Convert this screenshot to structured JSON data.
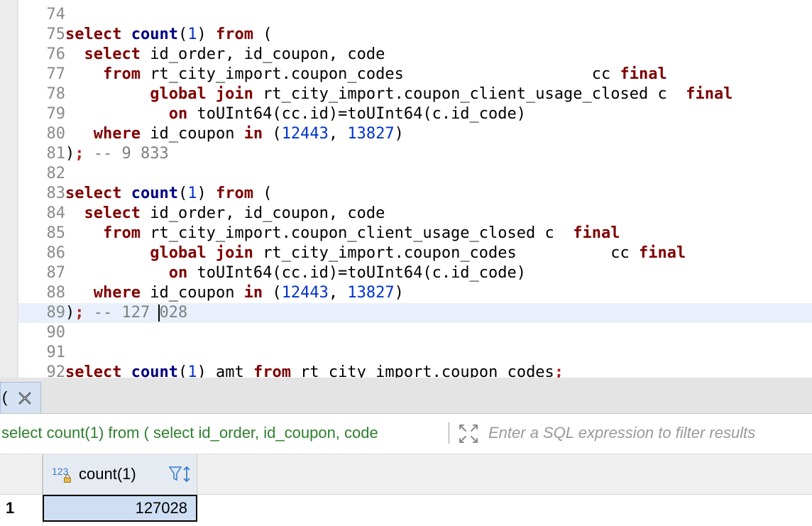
{
  "editor": {
    "lines": [
      {
        "num": "74",
        "tokens": []
      },
      {
        "num": "75",
        "tokens": [
          {
            "t": "kw",
            "v": "select"
          },
          {
            "t": "",
            "v": " "
          },
          {
            "t": "fn",
            "v": "count"
          },
          {
            "t": "",
            "v": "("
          },
          {
            "t": "num",
            "v": "1"
          },
          {
            "t": "",
            "v": ") "
          },
          {
            "t": "kw",
            "v": "from"
          },
          {
            "t": "",
            "v": " ("
          }
        ]
      },
      {
        "num": "76",
        "tokens": [
          {
            "t": "",
            "v": "  "
          },
          {
            "t": "kw",
            "v": "select"
          },
          {
            "t": "",
            "v": " id_order, id_coupon, code"
          }
        ]
      },
      {
        "num": "77",
        "tokens": [
          {
            "t": "",
            "v": "    "
          },
          {
            "t": "kw",
            "v": "from"
          },
          {
            "t": "",
            "v": " rt_city_import.coupon_codes                    cc "
          },
          {
            "t": "kw",
            "v": "final"
          }
        ]
      },
      {
        "num": "78",
        "tokens": [
          {
            "t": "",
            "v": "         "
          },
          {
            "t": "kw",
            "v": "global join"
          },
          {
            "t": "",
            "v": " rt_city_import.coupon_client_usage_closed c  "
          },
          {
            "t": "kw",
            "v": "final"
          }
        ]
      },
      {
        "num": "79",
        "tokens": [
          {
            "t": "",
            "v": "           "
          },
          {
            "t": "kw",
            "v": "on"
          },
          {
            "t": "",
            "v": " toUInt64(cc.id)=toUInt64(c.id_code)"
          }
        ]
      },
      {
        "num": "80",
        "tokens": [
          {
            "t": "",
            "v": "   "
          },
          {
            "t": "kw",
            "v": "where"
          },
          {
            "t": "",
            "v": " id_coupon "
          },
          {
            "t": "kw",
            "v": "in"
          },
          {
            "t": "",
            "v": " ("
          },
          {
            "t": "num",
            "v": "12443"
          },
          {
            "t": "",
            "v": ", "
          },
          {
            "t": "num",
            "v": "13827"
          },
          {
            "t": "",
            "v": ")"
          }
        ]
      },
      {
        "num": "81",
        "tokens": [
          {
            "t": "",
            "v": ")"
          },
          {
            "t": "pn",
            "v": ";"
          },
          {
            "t": "cmt",
            "v": " -- 9 833"
          }
        ]
      },
      {
        "num": "82",
        "tokens": []
      },
      {
        "num": "83",
        "tokens": [
          {
            "t": "kw",
            "v": "select"
          },
          {
            "t": "",
            "v": " "
          },
          {
            "t": "fn",
            "v": "count"
          },
          {
            "t": "",
            "v": "("
          },
          {
            "t": "num",
            "v": "1"
          },
          {
            "t": "",
            "v": ") "
          },
          {
            "t": "kw",
            "v": "from"
          },
          {
            "t": "",
            "v": " ("
          }
        ]
      },
      {
        "num": "84",
        "tokens": [
          {
            "t": "",
            "v": "  "
          },
          {
            "t": "kw",
            "v": "select"
          },
          {
            "t": "",
            "v": " id_order, id_coupon, code"
          }
        ]
      },
      {
        "num": "85",
        "tokens": [
          {
            "t": "",
            "v": "    "
          },
          {
            "t": "kw",
            "v": "from"
          },
          {
            "t": "",
            "v": " rt_city_import.coupon_client_usage_closed c  "
          },
          {
            "t": "kw",
            "v": "final"
          }
        ]
      },
      {
        "num": "86",
        "tokens": [
          {
            "t": "",
            "v": "         "
          },
          {
            "t": "kw",
            "v": "global join"
          },
          {
            "t": "",
            "v": " rt_city_import.coupon_codes          cc "
          },
          {
            "t": "kw",
            "v": "final"
          }
        ]
      },
      {
        "num": "87",
        "tokens": [
          {
            "t": "",
            "v": "           "
          },
          {
            "t": "kw",
            "v": "on"
          },
          {
            "t": "",
            "v": " toUInt64(cc.id)=toUInt64(c.id_code)"
          }
        ]
      },
      {
        "num": "88",
        "tokens": [
          {
            "t": "",
            "v": "   "
          },
          {
            "t": "kw",
            "v": "where"
          },
          {
            "t": "",
            "v": " id_coupon "
          },
          {
            "t": "kw",
            "v": "in"
          },
          {
            "t": "",
            "v": " ("
          },
          {
            "t": "num",
            "v": "12443"
          },
          {
            "t": "",
            "v": ", "
          },
          {
            "t": "num",
            "v": "13827"
          },
          {
            "t": "",
            "v": ")"
          }
        ]
      },
      {
        "num": "89",
        "active": true,
        "tokens": [
          {
            "t": "",
            "v": ")"
          },
          {
            "t": "pn",
            "v": ";"
          },
          {
            "t": "cmt",
            "v": " -- 127 "
          },
          {
            "t": "caret",
            "v": ""
          },
          {
            "t": "cmt",
            "v": "028"
          }
        ]
      },
      {
        "num": "90",
        "tokens": []
      },
      {
        "num": "91",
        "tokens": []
      },
      {
        "num": "92",
        "tokens": [
          {
            "t": "kw",
            "v": "select"
          },
          {
            "t": "",
            "v": " "
          },
          {
            "t": "fn",
            "v": "count"
          },
          {
            "t": "",
            "v": "("
          },
          {
            "t": "num",
            "v": "1"
          },
          {
            "t": "",
            "v": ") amt "
          },
          {
            "t": "kw",
            "v": "from"
          },
          {
            "t": "",
            "v": " rt_city_import.coupon_codes"
          },
          {
            "t": "pn",
            "v": ";"
          }
        ]
      }
    ]
  },
  "results": {
    "tab_label": "(",
    "query_text": "select count(1) from ( select id_order, id_coupon, code",
    "filter_placeholder": "Enter a SQL expression to filter results",
    "column": {
      "type_badge": "123",
      "name": "count(1)"
    },
    "rows": [
      {
        "num": "1",
        "value": "127028"
      }
    ]
  },
  "colors": {
    "keyword": "#7f0000",
    "function": "#000080",
    "number": "#0033cc",
    "comment": "#808080",
    "query_text": "#2f7f2f",
    "selected_cell": "#cfdff3"
  }
}
